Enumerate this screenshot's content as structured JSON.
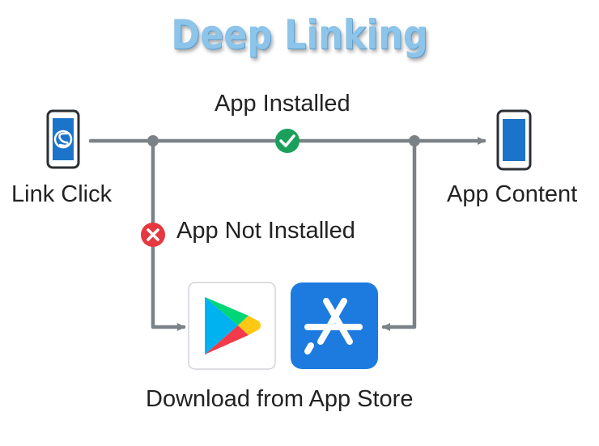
{
  "title": "Deep Linking",
  "labels": {
    "app_installed": "App Installed",
    "link_click": "Link Click",
    "app_content": "App Content",
    "app_not_installed": "App Not Installed",
    "download": "Download from App Store"
  },
  "colors": {
    "title": "#8cc4ea",
    "line": "#7a8288",
    "phone_screen": "#1b74c9",
    "success": "#1aa05a",
    "error": "#e53840",
    "app_store_bg": "#1d7be0",
    "play_store_bg": "#ffffff"
  },
  "icons": {
    "source_phone": "phone-link-icon",
    "target_phone": "phone-icon",
    "installed_status": "check-icon",
    "not_installed_status": "x-icon",
    "store_1": "google-play-icon",
    "store_2": "app-store-icon"
  }
}
